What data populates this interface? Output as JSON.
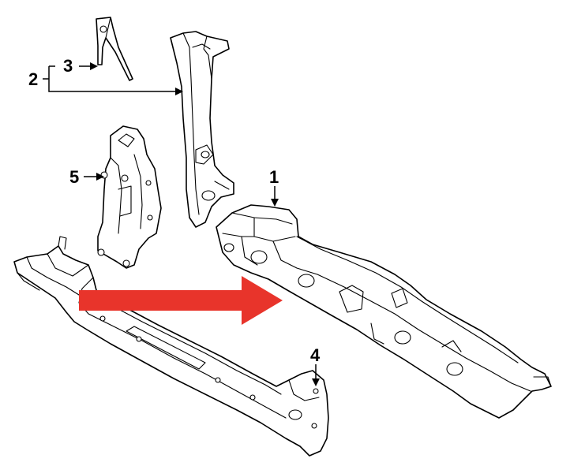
{
  "callouts": {
    "part1": "1",
    "part2": "2",
    "part3": "3",
    "part4": "4",
    "part5": "5"
  },
  "icons": {
    "direction_arrow": "red-right-arrow-icon"
  },
  "colors": {
    "line_art": "#000000",
    "background": "#ffffff",
    "arrow": "#e8342b"
  }
}
